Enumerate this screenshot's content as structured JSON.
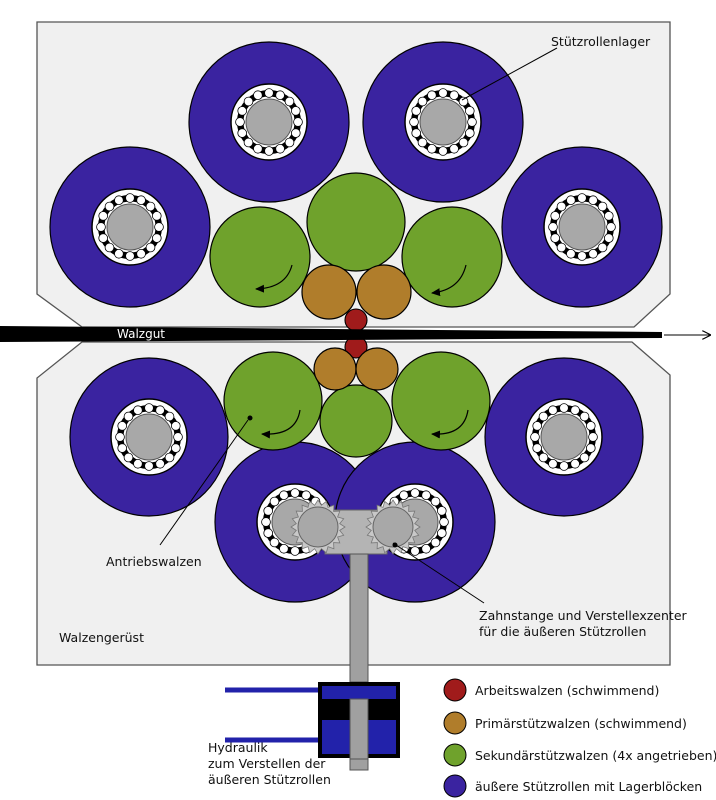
{
  "labels": {
    "stuetzrollenlager": "Stützrollenlager",
    "walzgut": "Walzgut",
    "antriebswalzen": "Antriebswalzen",
    "zahnstange_line1": "Zahnstange und Verstellexzenter",
    "zahnstange_line2": "für die äußeren Stützrollen",
    "walzengeruest": "Walzengerüst",
    "hydraulik_line1": "Hydraulik",
    "hydraulik_line2": "zum Verstellen der",
    "hydraulik_line3": "äußeren Stützrollen"
  },
  "legend": [
    {
      "label": "Arbeitswalzen (schwimmend)",
      "color": "#a01b1b"
    },
    {
      "label": "Primärstützwalzen (schwimmend)",
      "color": "#b07d2b"
    },
    {
      "label": "Sekundärstützwalzen (4x angetrieben)",
      "color": "#6fa22c"
    },
    {
      "label": "äußere Stützrollen mit Lagerblöcken",
      "color": "#3a23a0"
    }
  ],
  "colors": {
    "frame": "#f0f0f0",
    "outer_roll": "#3a23a0",
    "secondary_roll": "#6fa22c",
    "primary_roll": "#b07d2b",
    "work_roll": "#a01b1b",
    "bearing_core": "#a8a8a8",
    "strip": "#000000",
    "hydraulic": "#2222aa"
  },
  "icons": {
    "arrow": "arrow-icon",
    "bearing": "bearing-icon",
    "gear": "gear-icon"
  }
}
